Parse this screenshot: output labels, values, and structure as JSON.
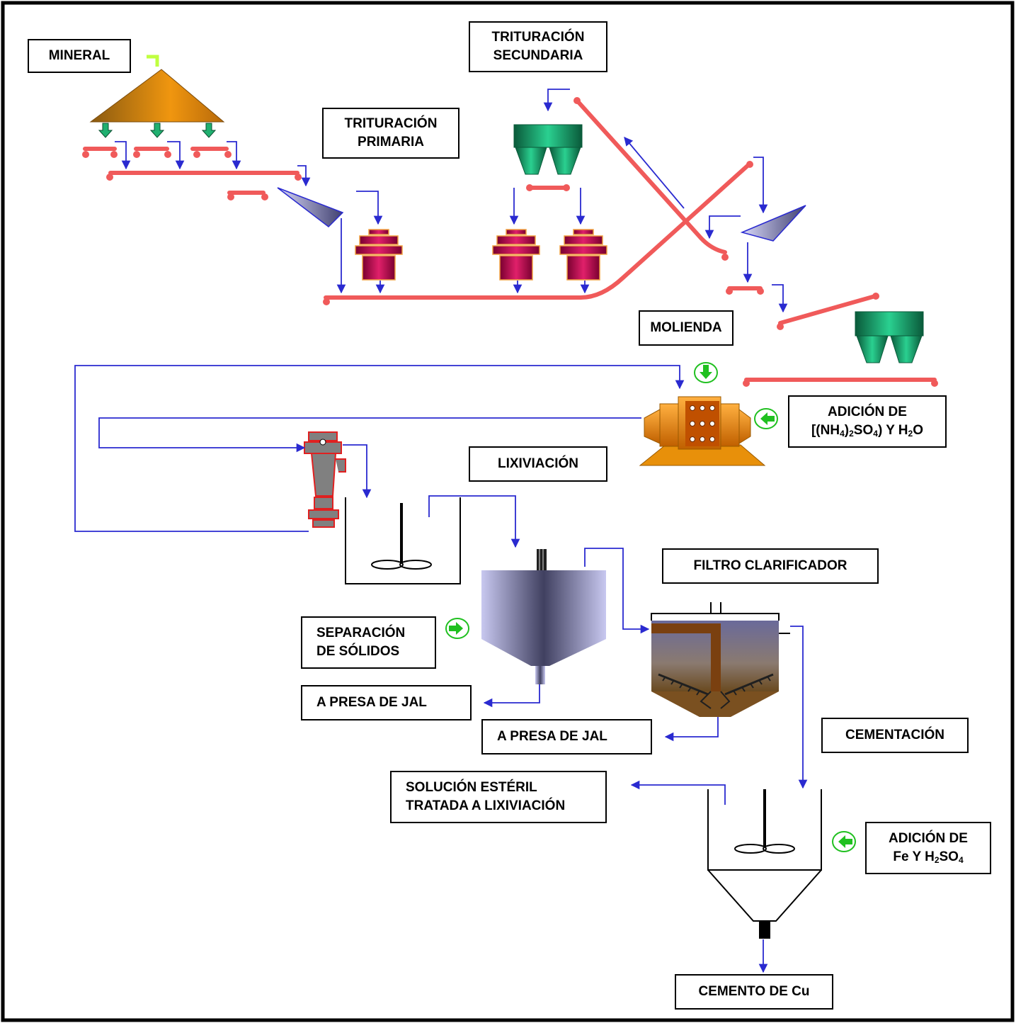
{
  "labels": {
    "mineral": "MINERAL",
    "trituracion_primaria": [
      "TRITURACIÓN",
      "PRIMARIA"
    ],
    "trituracion_secundaria": [
      "TRITURACIÓN",
      "SECUNDARIA"
    ],
    "molienda": "MOLIENDA",
    "adicion_1": {
      "line1": "ADICIÓN DE",
      "p1": "[(NH",
      "s1": "4",
      "p2": ")",
      "s2": "2",
      "p3": "SO",
      "s3": "4",
      "p4": ") Y H",
      "s4": "2",
      "p5": "O"
    },
    "lixiviacion": "LIXIVIACIÓN",
    "filtro_clarificador": "FILTRO CLARIFICADOR",
    "separacion_solidos": [
      "SEPARACIÓN",
      "DE SÓLIDOS"
    ],
    "a_presa_jal_1": "A PRESA DE JAL",
    "a_presa_jal_2": "A PRESA DE JAL",
    "cementacion": "CEMENTACIÓN",
    "solucion_esteril": [
      "SOLUCIÓN ESTÉRIL",
      "TRATADA A LIXIVIACIÓN"
    ],
    "adicion_2": {
      "line1": "ADICIÓN DE",
      "p1": "Fe Y H",
      "s1": "2",
      "p2": "SO",
      "s2": "4"
    },
    "cemento_cu": "CEMENTO DE Cu"
  },
  "colors": {
    "conveyor": "#f05a5a",
    "flow_line": "#2a2ad0",
    "ore_pile": "#e88c10",
    "crusher": "#c8105a",
    "hopper": "#1a9a6a",
    "mill": "#f08a10",
    "green_arrow": "#20c020"
  }
}
